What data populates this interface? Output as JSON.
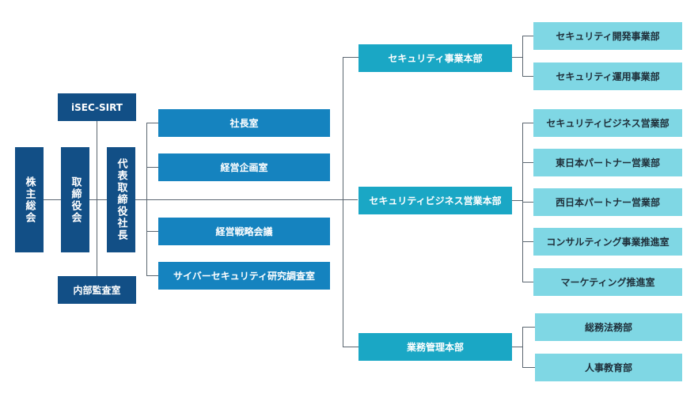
{
  "governance": {
    "shareholders": "株主総会",
    "board": "取締役会",
    "president": "代表取締役社長",
    "sirt": "iSEC-SIRT",
    "audit": "内部監査室"
  },
  "staff": [
    "社長室",
    "経営企画室",
    "経営戦略会議",
    "サイバーセキュリティ研究調査室"
  ],
  "divisions": [
    {
      "name": "セキュリティ事業本部",
      "departments": [
        "セキュリティ開発事業部",
        "セキュリティ運用事業部"
      ]
    },
    {
      "name": "セキュリティビジネス営業本部",
      "departments": [
        "セキュリティビジネス営業部",
        "東日本パートナー営業部",
        "西日本パートナー営業部",
        "コンサルティング事業推進室",
        "マーケティング推進室"
      ]
    },
    {
      "name": "業務管理本部",
      "departments": [
        "総務法務部",
        "人事教育部"
      ]
    }
  ],
  "colors": {
    "navy": "#124f86",
    "blue": "#1583bf",
    "teal": "#1aa7c5",
    "mint": "#7fd7e4",
    "line": "#5b6670"
  }
}
